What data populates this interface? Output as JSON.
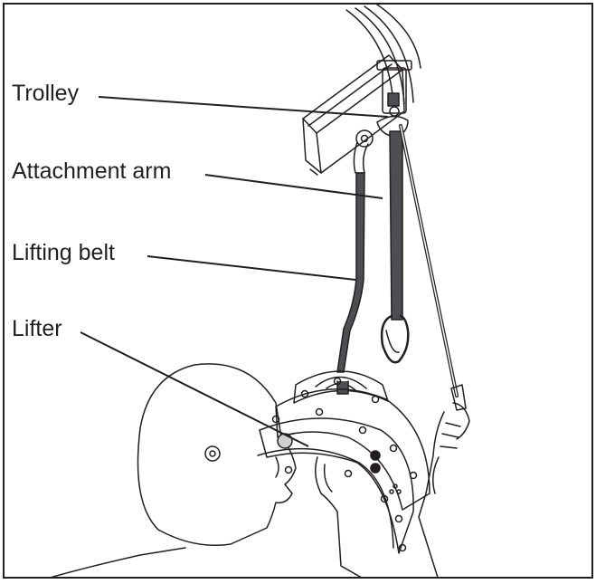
{
  "figure": {
    "labels": {
      "trolley": "Trolley",
      "attachment_arm": "Attachment arm",
      "lifting_belt": "Lifting belt",
      "lifter": "Lifter"
    },
    "colors": {
      "line": "#231f20",
      "belt": "#4d4d52",
      "button": "#231f20",
      "lamp": "#cfcfcf"
    }
  }
}
